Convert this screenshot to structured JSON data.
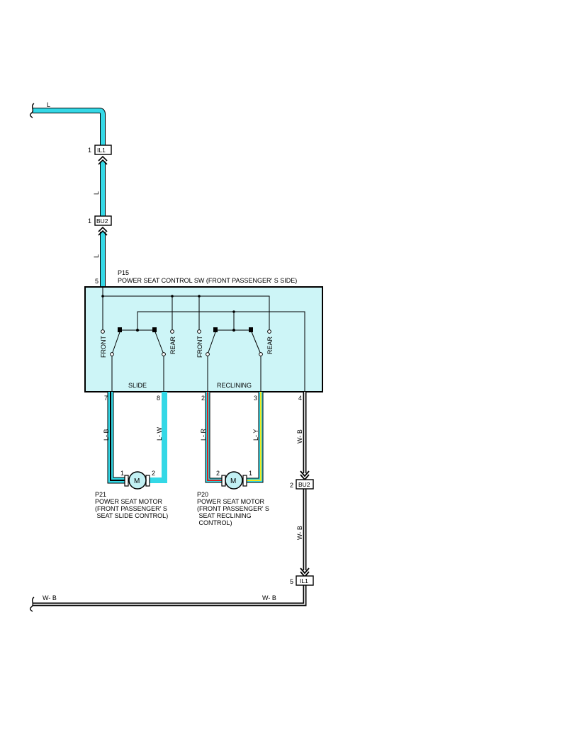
{
  "colors": {
    "wire_light_blue": "#34d8e6",
    "wire_red": "#d8231f",
    "wire_yellow": "#f2e51d",
    "switch_fill": "#cdf5f7",
    "motor_fill": "#c2f0f3",
    "wire_black": "#000000"
  },
  "wires": {
    "top_feed_label": "L",
    "feed_label_1": "L",
    "feed_label_2": "L",
    "slide_left": "L- B",
    "slide_right": "L- W",
    "recline_left": "L- R",
    "recline_right": "L- Y",
    "ground_upper": "W- B",
    "ground_lower": "W- B",
    "bottom_left": "W- B",
    "bottom_right": "W- B"
  },
  "connectors": {
    "il1_top": {
      "name": "IL1",
      "pin": "1"
    },
    "bu2_top": {
      "name": "BU2",
      "pin": "1"
    },
    "bu2_ground": {
      "name": "BU2",
      "pin": "2"
    },
    "il1_ground": {
      "name": "IL1",
      "pin": "5"
    }
  },
  "switch": {
    "code": "P15",
    "title": "POWER SEAT CONTROL SW (FRONT PASSENGER’ S SIDE)",
    "pin_supply": "5",
    "pin_slide_front": "7",
    "pin_slide_rear": "8",
    "pin_recline_front": "2",
    "pin_recline_rear": "3",
    "pin_ground": "4",
    "slide_label": "SLIDE",
    "recline_label": "RECLINING",
    "slide_front": "FRONT",
    "slide_rear": "REAR",
    "recline_front": "FRONT",
    "recline_rear": "REAR"
  },
  "motor_slide": {
    "code": "P21",
    "line1": "POWER SEAT MOTOR",
    "line2": "(FRONT PASSENGER’ S",
    "line3": " SEAT SLIDE CONTROL)",
    "symbol": "M",
    "pin_left": "1",
    "pin_right": "2"
  },
  "motor_recline": {
    "code": "P20",
    "line1": "POWER SEAT MOTOR",
    "line2": "(FRONT PASSENGER’ S",
    "line3": " SEAT RECLINING",
    "line4": " CONTROL)",
    "symbol": "M",
    "pin_left": "2",
    "pin_right": "1"
  }
}
